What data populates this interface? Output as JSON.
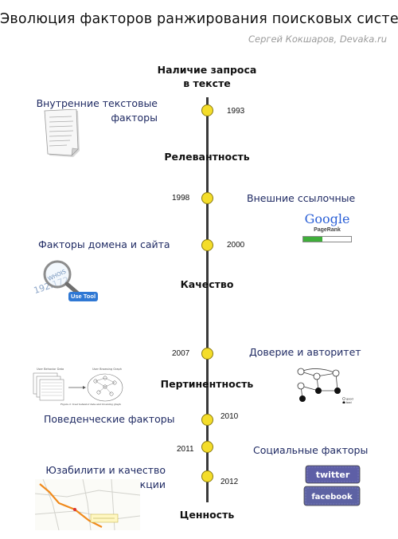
{
  "header": {
    "title": "Эволюция факторов ранжирования поисковых систем",
    "subtitle": "Сергей Кокшаров, Devaka.ru"
  },
  "stages": {
    "s1a": "Наличие запроса",
    "s1b": "в тексте",
    "s2": "Релевантность",
    "s3": "Качество",
    "s4": "Пертинентность",
    "s5": "Ценность"
  },
  "years": {
    "y1993": "1993",
    "y1998": "1998",
    "y2000": "2000",
    "y2007": "2007",
    "y2010": "2010",
    "y2011": "2011",
    "y2012": "2012"
  },
  "factors": {
    "text_a": "Внутренние текстовые",
    "text_b": "факторы",
    "links": "Внешние ссылочные",
    "domain": "Факторы домена и сайта",
    "trust": "Доверие и авторитет",
    "behavior": "Поведенческие факторы",
    "social": "Социальные факторы",
    "usab_a": "Юзабилити и качество",
    "usab_b": "транзакции"
  },
  "images": {
    "google": "Google",
    "pagerank": "PageRank",
    "use_tool": "Use Tool",
    "whois": "WHOIS",
    "ip": "192.172",
    "twitter": "twitter",
    "facebook": "facebook",
    "ub_data": "User Behavior Data",
    "ub_graph": "User Browsing Graph",
    "figure_caption": "Figure 2: User behavior data and browsing graph",
    "legend_good": "good",
    "legend_bad": "bad"
  },
  "colors": {
    "dot_fill": "#f4dd2a",
    "factor_text": "#1f2a63",
    "axis": "#3a3a3a"
  }
}
